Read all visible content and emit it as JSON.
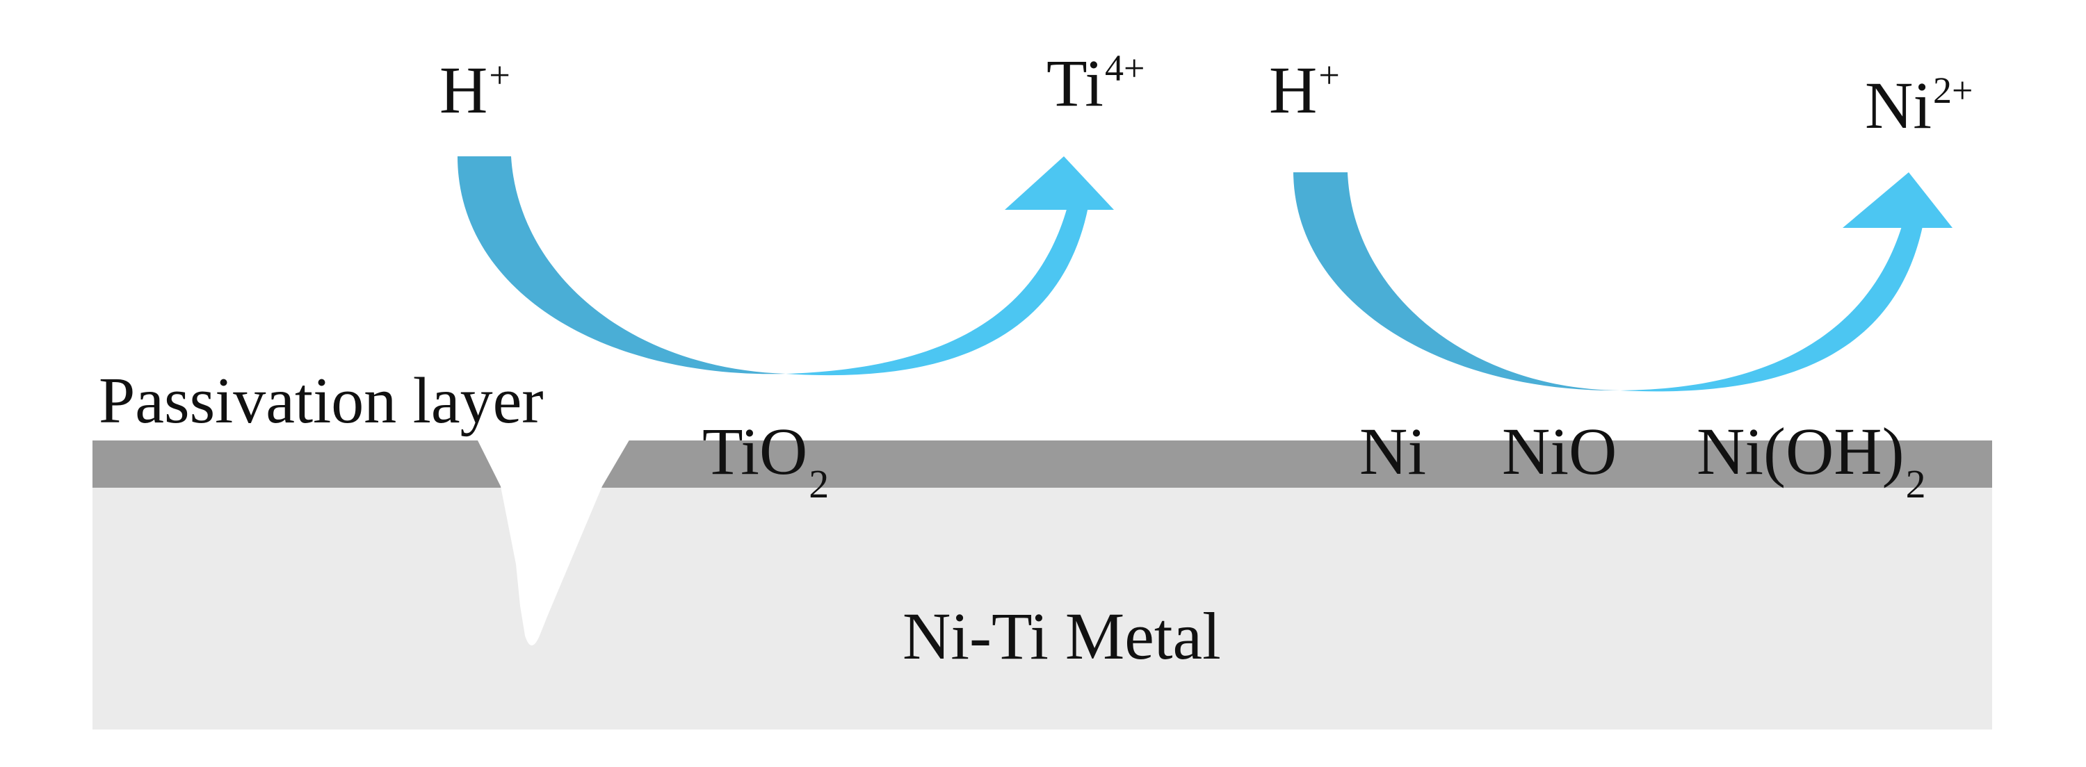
{
  "labels": {
    "h_plus_1": {
      "base": "H",
      "sup": "+"
    },
    "ti_ion": {
      "base": "Ti",
      "sup": "4+"
    },
    "h_plus_2": {
      "base": "H",
      "sup": "+"
    },
    "ni_ion": {
      "base": "Ni",
      "sup": "2+"
    },
    "passivation_layer": "Passivation layer",
    "tio2": {
      "base": "TiO",
      "sub": "2"
    },
    "ni": "Ni",
    "nio": "NiO",
    "nioh2": {
      "base": "Ni(OH)",
      "sub": "2"
    },
    "metal": "Ni-Ti Metal"
  },
  "colors": {
    "metal_fill": "#ebebeb",
    "layer_fill": "#9a9a9a",
    "pit_fill": "#ffffff",
    "arrow_dark": "#4aaed6",
    "arrow_light": "#4cc6f2",
    "text": "#111111"
  }
}
